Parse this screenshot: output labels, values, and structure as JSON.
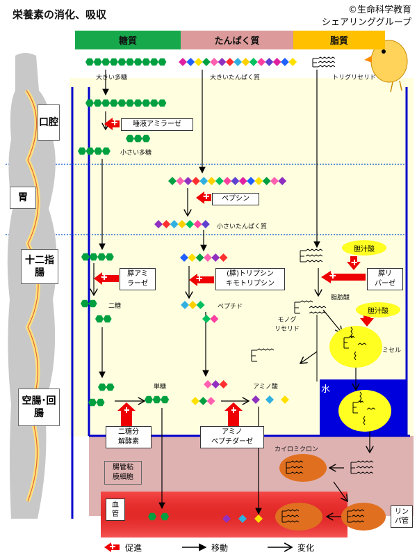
{
  "title": "栄養素の消化、吸収",
  "credit": [
    "©生命科学教育",
    "シェアリンググループ"
  ],
  "columns": {
    "sugar": "糖質",
    "protein": "たんぱく質",
    "fat": "脂質"
  },
  "regions": {
    "mouth": "口腔",
    "stomach": "胃",
    "duodenum": "十二指腸",
    "jejunum_ileum": "空腸･回腸"
  },
  "labels": {
    "large_polysaccharide": "大きい多糖",
    "large_protein": "大きいたんぱく質",
    "triglyceride": "トリグリセリド",
    "small_polysaccharide": "小さい多糖",
    "small_protein": "小さいたんぱく質",
    "disaccharide": "二糖",
    "peptide": "ペプチド",
    "fatty_acid": "脂肪酸",
    "monoglyceride": "モノグ\nリセリド",
    "micelle": "ミセル",
    "water": "水",
    "monosaccharide": "単糖",
    "amino_acid": "アミノ酸",
    "chylomicron": "カイロミクロン",
    "intestinal_cell": "腸管粘\n膜細胞",
    "blood_vessel": "血\n管",
    "lymph_vessel": "リン\nパ管"
  },
  "enzymes": {
    "salivary_amylase": "唾液アミラーゼ",
    "pepsin": "ペプシン",
    "pancreatic_amylase": "膵アミ\nラーゼ",
    "trypsin": "(膵)トリプシン\nキモトリプシン",
    "pancreatic_lipase": "膵リ\nパーゼ",
    "bile_acid_1": "胆汁酸",
    "bile_acid_2": "胆汁酸",
    "disaccharidase": "二糖分\n解酵素",
    "aminopeptidase": "アミノ\nペプチダーゼ"
  },
  "legend": {
    "promote": "促進",
    "move": "移動",
    "change": "変化"
  },
  "colors": {
    "sugar_header": "#17a84b",
    "protein_header": "#dc9a9a",
    "fat_header": "#ffc000",
    "green": "#00a040",
    "blue_line": "#0000cc",
    "water": "#0000dd",
    "red": "#ee0000",
    "chylo": "#e07020",
    "cell_bg": "#dfb2b2",
    "pale_yellow": "#ffffe0",
    "yellow": "#ffff22"
  },
  "icons": {
    "promote": "red-arrow-plus-icon",
    "mascot": "chick-icon"
  }
}
